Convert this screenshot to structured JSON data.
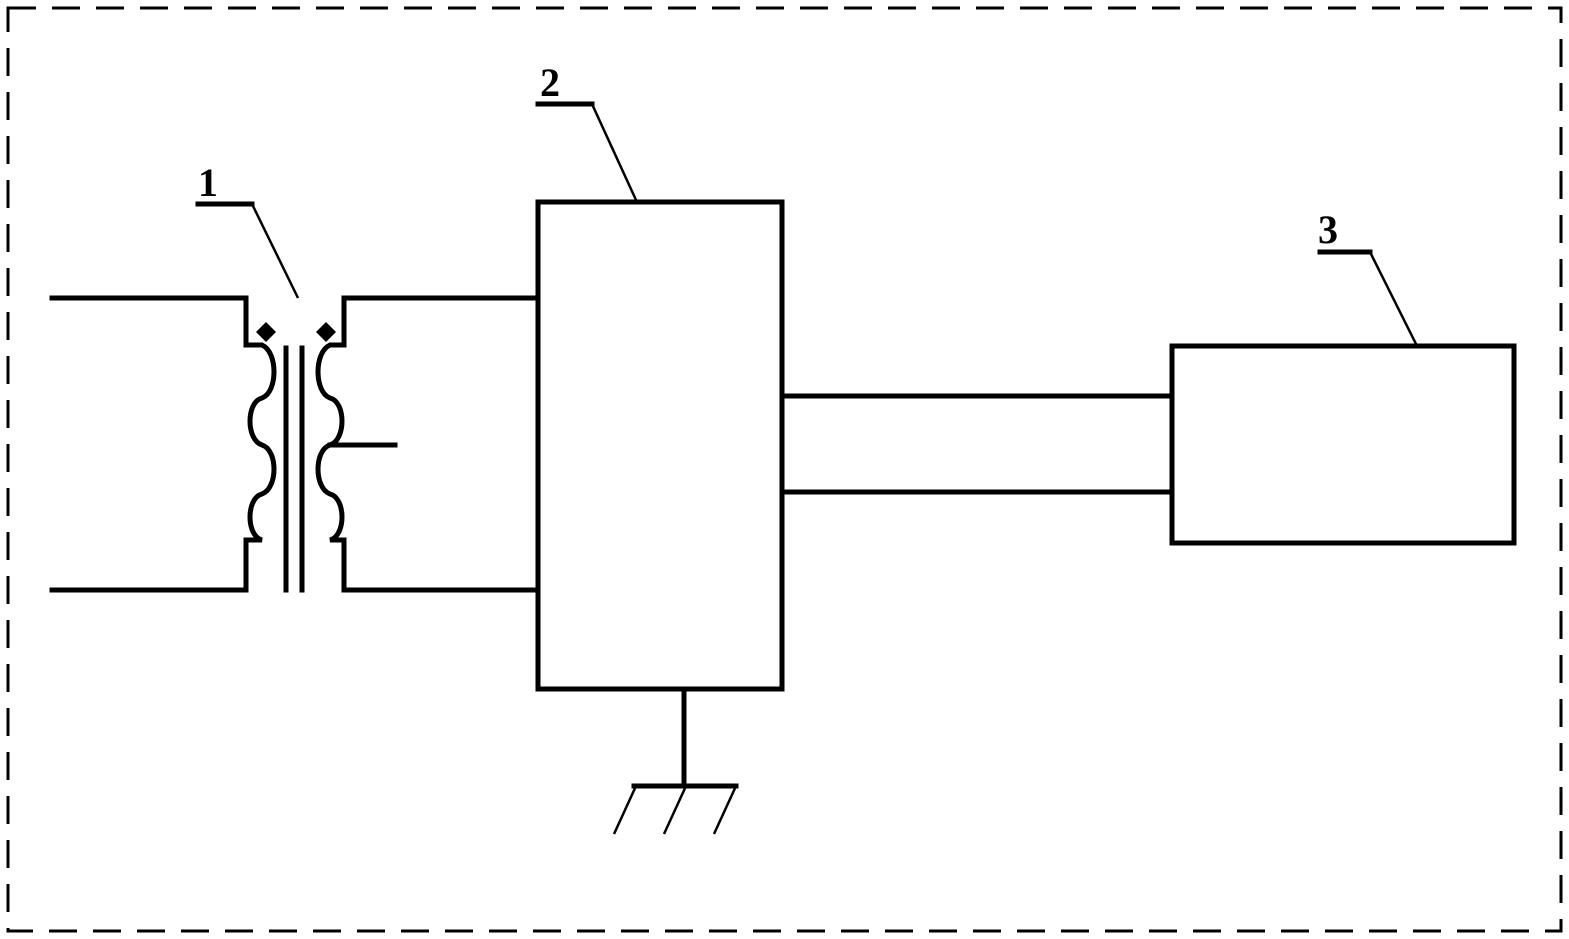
{
  "labels": {
    "transformer": "1",
    "block_2": "2",
    "block_3": "3"
  },
  "colors": {
    "stroke": "#000000",
    "background": "#ffffff"
  }
}
